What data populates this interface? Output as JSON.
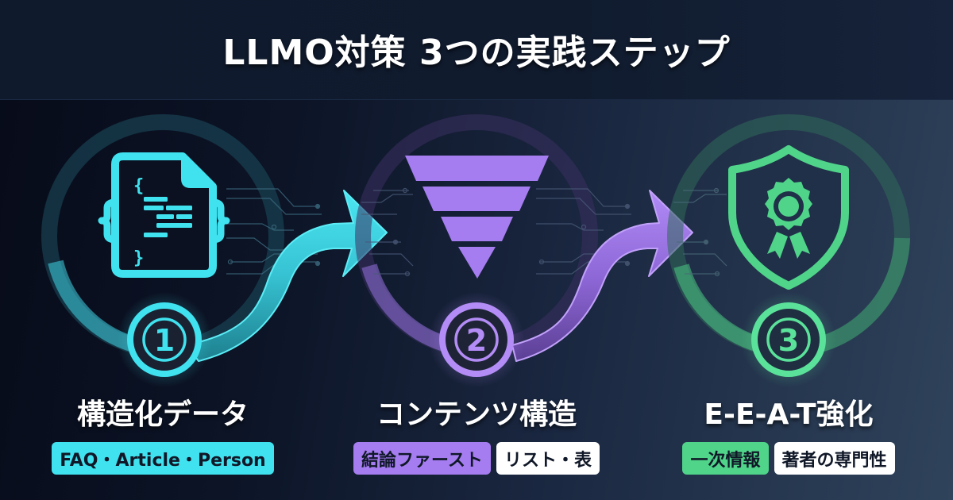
{
  "header": {
    "title": "LLMO対策 3つの実践ステップ"
  },
  "colors": {
    "step1": "#40e2ef",
    "step2": "#a57df0",
    "step3": "#4fd489",
    "header_bg": "#101b2e",
    "bg_left": "#070b19",
    "bg_right": "#2f435b"
  },
  "steps": [
    {
      "number": "1",
      "icon": "structured-data-document-icon",
      "title": "構造化データ",
      "tags": [
        {
          "label": "FAQ・Article・Person",
          "style": "cyan"
        }
      ]
    },
    {
      "number": "2",
      "icon": "inverted-pyramid-icon",
      "title": "コンテンツ構造",
      "tags": [
        {
          "label": "結論ファースト",
          "style": "purple"
        },
        {
          "label": "リスト・表",
          "style": "white"
        }
      ]
    },
    {
      "number": "3",
      "icon": "shield-award-icon",
      "title": "E-E-A-T強化",
      "tags": [
        {
          "label": "一次情報",
          "style": "green"
        },
        {
          "label": "著者の専門性",
          "style": "white"
        }
      ]
    }
  ]
}
